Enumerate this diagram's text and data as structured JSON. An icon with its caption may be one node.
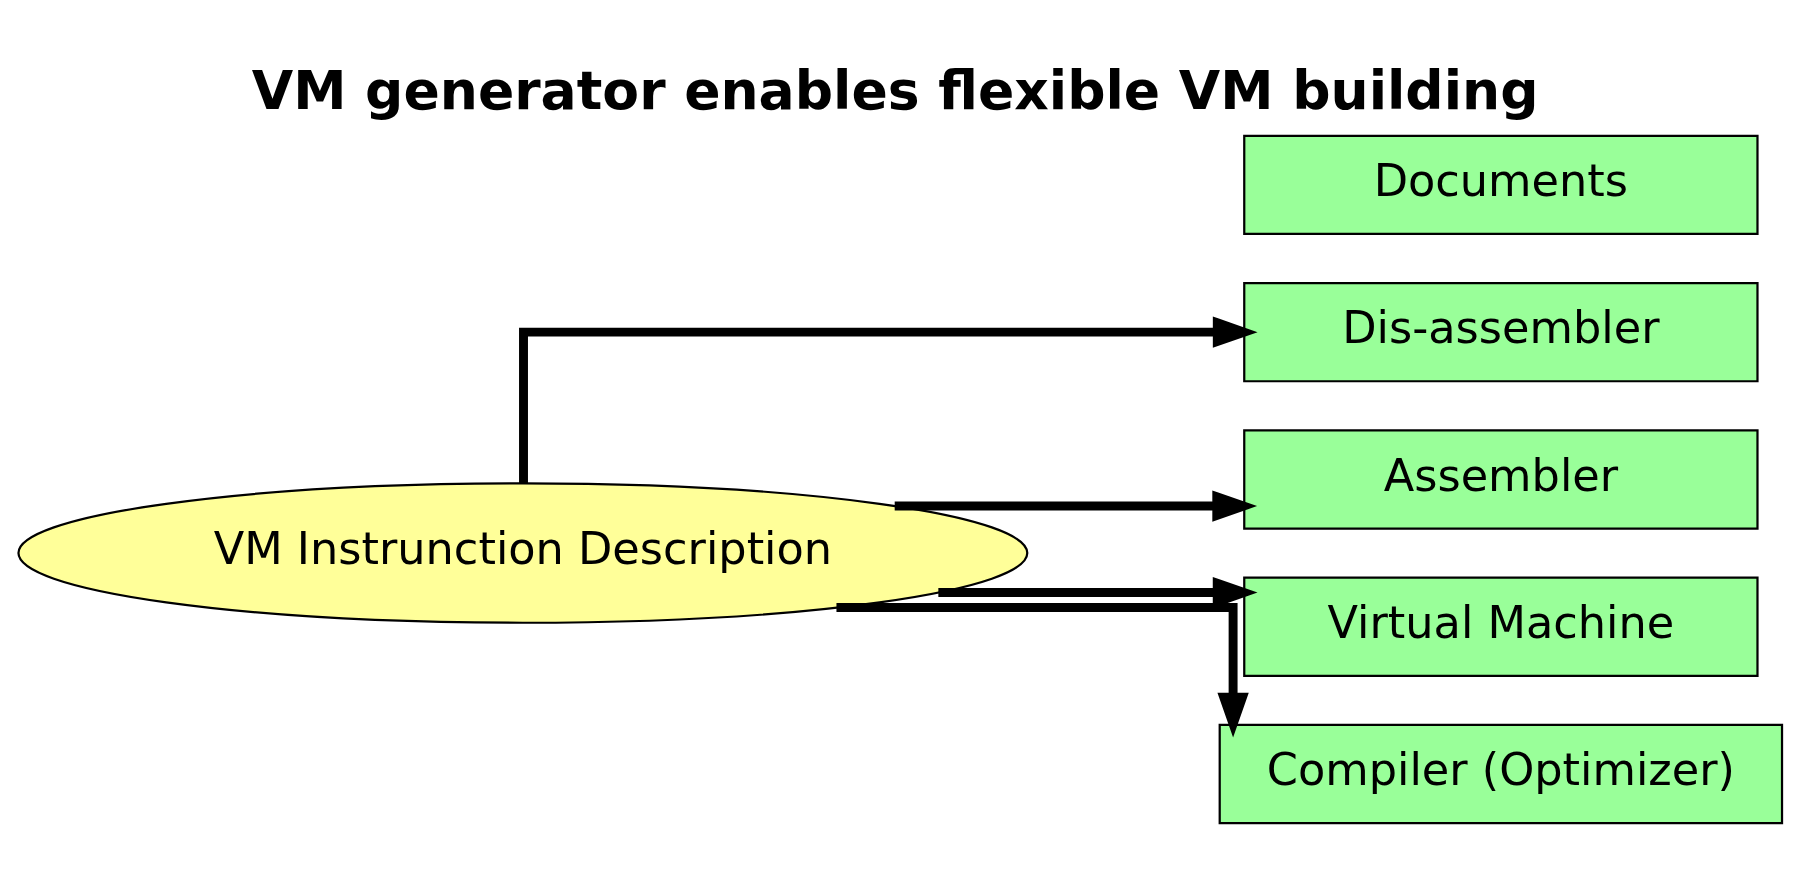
{
  "diagram": {
    "title": "VM generator enables flexible VM building",
    "nodes": [
      {
        "text": [
          "VM Instrunction Description"
        ]
      },
      {
        "text": [
          "Dis-assembler"
        ]
      },
      {
        "text": [
          "Assembler"
        ]
      },
      {
        "text": [
          "Virtual Machine"
        ]
      },
      {
        "text": [
          "Documents"
        ]
      },
      {
        "text": [
          "Compiler (Optimizer)"
        ]
      }
    ],
    "edges": [
      {
        "from": 0,
        "to": 1,
        "arrow": "to"
      },
      {
        "from": 0,
        "to": 2,
        "arrow": "to"
      },
      {
        "from": 0,
        "to": 3,
        "arrow": "to"
      },
      {
        "from": 0,
        "to": 5,
        "arrow": "to"
      }
    ]
  }
}
